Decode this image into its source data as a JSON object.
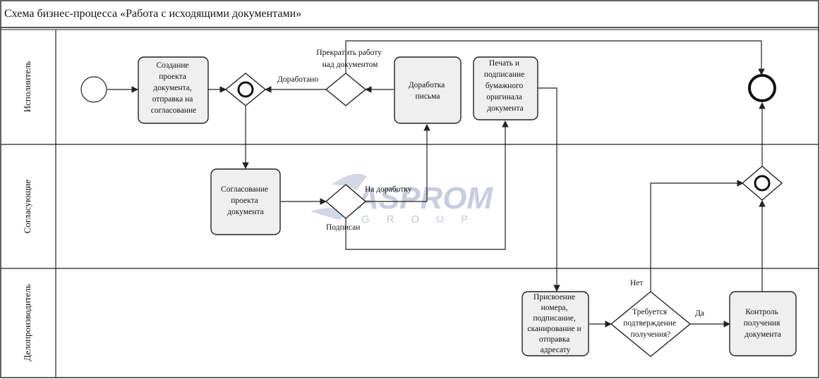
{
  "title": "Схема бизнес-процесса «Работа с исходящими документами»",
  "lanes": {
    "executor": "Исполнитель",
    "approvers": "Согласующие",
    "clerk": "Делопроизводитель"
  },
  "tasks": {
    "create": [
      "Создание",
      "проекта",
      "документа,",
      "отправка на",
      "согласование"
    ],
    "approve": [
      "Согласование",
      "проекта",
      "документа"
    ],
    "rework": [
      "Доработка",
      "письма"
    ],
    "print": [
      "Печать и",
      "подписание",
      "бумажного",
      "оригинала",
      "документа"
    ],
    "register": [
      "Присвоение",
      "номера,",
      "подписание,",
      "сканирование и",
      "отправка",
      "адресату"
    ],
    "control": [
      "Контроль",
      "получения",
      "документа"
    ]
  },
  "gateways": {
    "confirm": [
      "Требуется",
      "подтверждение",
      "получения?"
    ]
  },
  "labels": {
    "stop_work": [
      "Прекратить работу",
      "над документом"
    ],
    "reworked": "Доработано",
    "to_rework": "На доработку",
    "signed": "Подписан",
    "no": "Нет",
    "yes": "Да"
  },
  "watermark": {
    "brand": "ASPROM",
    "sub": "GROUP"
  }
}
